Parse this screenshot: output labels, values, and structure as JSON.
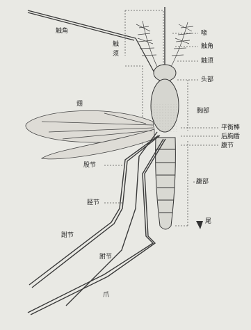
{
  "labels": {
    "antenna_left": "触角",
    "palp": "触 须",
    "wing": "翅",
    "tarsus": "跗节",
    "proboscis": "喙",
    "mouthpart_a": "触角",
    "mouthpart_b": "触须",
    "head": "头部",
    "thorax": "胸部",
    "haltere_a": "平衡棒",
    "haltere_b": "后胸盾",
    "haltere_c": "腹节",
    "femur": "股节",
    "tibia": "胫节",
    "abdomen": "腹部",
    "tail": "尾",
    "leg_segment": "跗节",
    "claw": "爪"
  }
}
